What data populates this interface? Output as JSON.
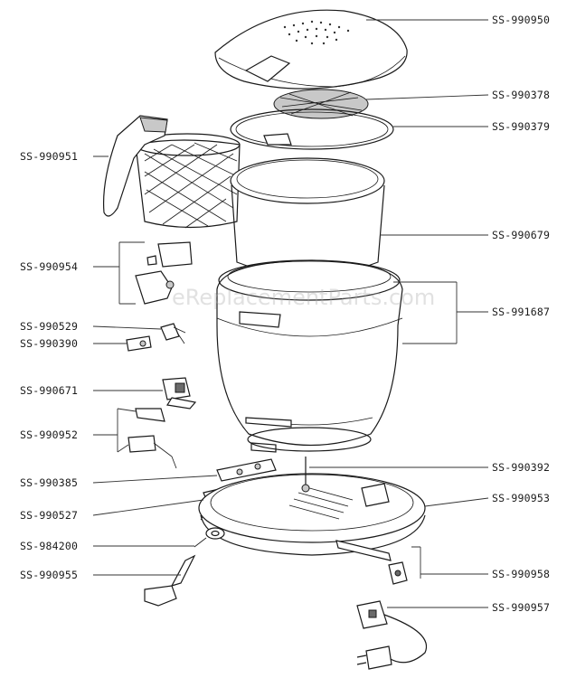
{
  "watermark": "eReplacementParts.com",
  "labels_left": {
    "handle": "SS-990951",
    "lid_latch_set": "SS-990954",
    "switch_a": "SS-990529",
    "switch_b": "SS-990390",
    "thermostat": "SS-990671",
    "bracket_set": "SS-990952",
    "hinge_plate": "SS-990385",
    "hinge_arm": "SS-990527",
    "washer": "SS-984200",
    "lever": "SS-990955"
  },
  "labels_right": {
    "lid": "SS-990950",
    "filter": "SS-990378",
    "gasket": "SS-990379",
    "bowl": "SS-990679",
    "housing": "SS-991687",
    "spindle": "SS-990392",
    "base": "SS-990953",
    "cord_clamp": "SS-990958",
    "power_cord": "SS-990957"
  }
}
